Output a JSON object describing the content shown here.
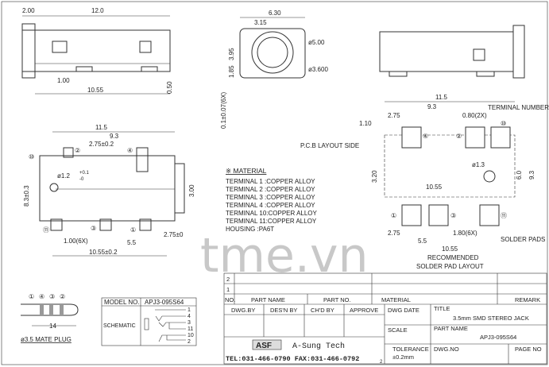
{
  "watermark": "tme.vn",
  "side_view": {
    "dims": [
      "2.00",
      "12.0",
      "1.00",
      "10.55",
      "0.50"
    ]
  },
  "front_view": {
    "dims": [
      "6.30",
      "3.15",
      "ø5.00",
      "ø3.600",
      "3.95",
      "1.85",
      "0.1±0.07(6X)"
    ]
  },
  "top_view": {
    "dims": [
      "11.5",
      "9.3",
      "2.75±0.2",
      "ø1.2",
      "+0.1",
      "-0",
      "8.3±0.3",
      "3.00",
      "1.00(6X)",
      "5.5",
      "2.75±0",
      "10.55±0.2"
    ],
    "terminals": [
      "⑩",
      "②",
      "④",
      "⑪",
      "③",
      "①"
    ]
  },
  "material": {
    "title": "※ MATERIAL",
    "lines": [
      "TERMINAL  1 :COPPER  ALLOY",
      "TERMINAL  2 :COPPER  ALLOY",
      "TERMINAL  3 :COPPER  ALLOY",
      "TERMINAL  4 :COPPER  ALLOY",
      "TERMINAL 10:COPPER  ALLOY",
      "TERMINAL 11:COPPER  ALLOY",
      "HOUSING      :PA6T"
    ]
  },
  "pad_layout": {
    "dims": [
      "11.5",
      "9.3",
      "0.80(2X)",
      "2.75",
      "1.10",
      "3.20",
      "ø1.3",
      "10.55",
      "6.0",
      "9.3",
      "2.75",
      "1.80(6X)",
      "5.5",
      "10.55"
    ],
    "labels": [
      "P.C.B LAYOUT SIDE",
      "TERMINAL NUMBER",
      "SOLDER PADS",
      "RECOMMENDED",
      "SOLDER PAD LAYOUT"
    ],
    "terminals": [
      "④",
      "②",
      "⑩",
      "①",
      "③",
      "⑪"
    ]
  },
  "plug": {
    "numbers": [
      "①",
      "④",
      "③",
      "②"
    ],
    "dim": "14",
    "caption": "ø3.5 MATE PLUG"
  },
  "model_table": {
    "model_label": "MODEL NO.",
    "model_value": "APJ3-095S64",
    "schematic_label": "SCHEMATIC",
    "pins": [
      "1",
      "4",
      "3",
      "11",
      "10",
      "2"
    ]
  },
  "title_block": {
    "rows": [
      "2",
      "1"
    ],
    "headers": [
      "NO.",
      "PART NAME",
      "PART NO.",
      "MATERIAL",
      "REMARK"
    ],
    "sign": [
      "DWG.BY",
      "DES'N BY",
      "CH'D BY",
      "APPROVE"
    ],
    "dwg_date": "DWG DATE",
    "scale": "SCALE",
    "tolerance_label": "TOLERANCE",
    "tolerance_value": "±0.2mm",
    "title_label": "TITLE",
    "title_value": "3.5mm SMD STEREO JACK",
    "part_name_label": "PART NAME",
    "part_name_value": "APJ3-095S64",
    "dwg_no": "DWG.NO",
    "page_no": "PAGE NO",
    "logo": "ASF",
    "company": "A-Sung Tech",
    "contact": "TEL:031-466-0790  FAX:031-466-0792",
    "suffix": "2"
  }
}
